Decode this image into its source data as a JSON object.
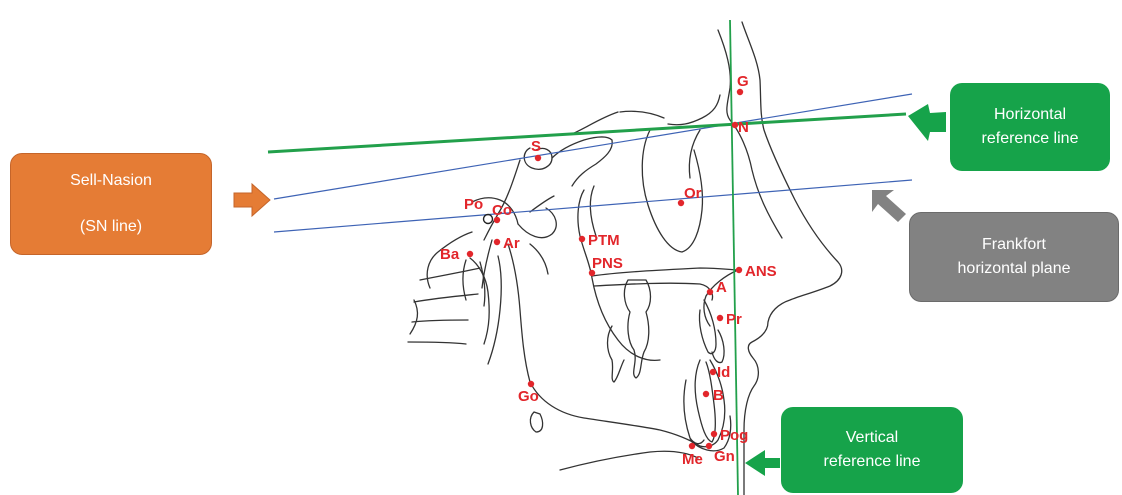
{
  "boxes": {
    "sn_line1": "Sell-Nasion",
    "sn_line2": "(SN line)",
    "hr_line1": "Horizontal",
    "hr_line2": "reference line",
    "fh_line1": "Frankfort",
    "fh_line2": "horizontal plane",
    "vr_line1": "Vertical",
    "vr_line2": "reference line"
  },
  "landmarks": [
    "G",
    "N",
    "S",
    "Or",
    "Po",
    "Co",
    "Ar",
    "Ba",
    "PTM",
    "PNS",
    "ANS",
    "A",
    "Pr",
    "Id",
    "B",
    "Go",
    "Pog",
    "Gn",
    "Me"
  ],
  "colors": {
    "landmark": "#e2262b",
    "reference_line": "#22a04b",
    "construction_line": "#3e63b5",
    "sn_box": "#e57c35",
    "reference_box": "#16a34a",
    "frankfort_box": "#828282",
    "tracing": "#333333"
  }
}
